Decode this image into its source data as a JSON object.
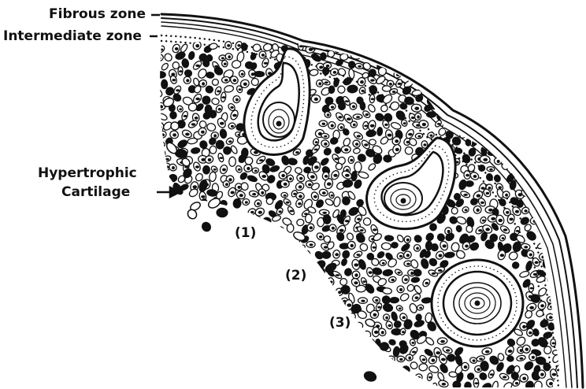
{
  "labels": {
    "fibrous_zone": "Fibrous zone",
    "intermediate_zone": "Intermediate zone",
    "hypertrophic_line1": "Hypertrophic",
    "hypertrophic_line2": "Cartilage",
    "marker_1": "(1)",
    "marker_2": "(2)",
    "marker_3": "(3)"
  },
  "colors": {
    "ink": "#111111",
    "paper": "#ffffff"
  }
}
